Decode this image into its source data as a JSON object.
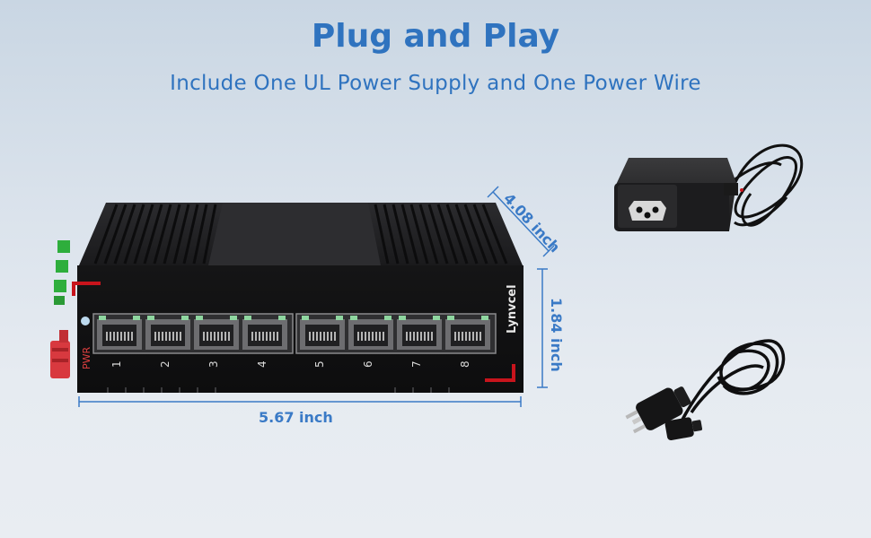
{
  "header": {
    "title": "Plug and Play",
    "subtitle": "Include One UL Power Supply and One Power Wire"
  },
  "dimensions": {
    "width": "5.67 inch",
    "depth": "4.08 inch",
    "height": "1.84 inch"
  },
  "device": {
    "brand": "Lynvcel",
    "power_label": "PWR",
    "ports": [
      "1",
      "2",
      "3",
      "4",
      "5",
      "6",
      "7",
      "8"
    ]
  },
  "colors": {
    "accent": "#2f73bf",
    "device_body": "#1c1c1e",
    "red_marker": "#c8141c",
    "green_terminal": "#2eae3c"
  }
}
